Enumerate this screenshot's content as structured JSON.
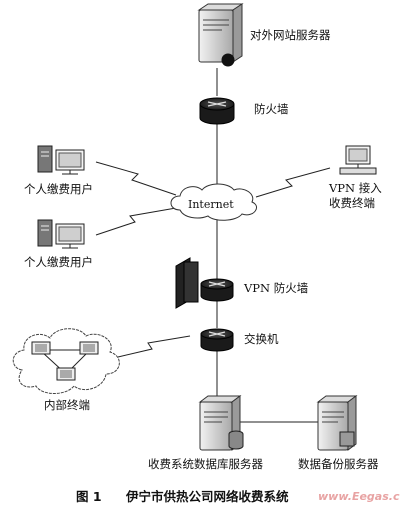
{
  "nodes": {
    "web_server": "对外网站服务器",
    "firewall": "防火墙",
    "internet": "Internet",
    "user1": "个人缴费用户",
    "user2": "个人缴费用户",
    "vpn_terminal_line1": "VPN 接入",
    "vpn_terminal_line2": "收费终端",
    "vpn_firewall": "VPN 防火墙",
    "switch": "交换机",
    "internal": "内部终端",
    "db_server": "收费系统数据库服务器",
    "backup_server": "数据备份服务器"
  },
  "caption": {
    "figure": "图 1",
    "title": "伊宁市供热公司网络收费系统"
  },
  "watermark": "www.Eegas.cu"
}
